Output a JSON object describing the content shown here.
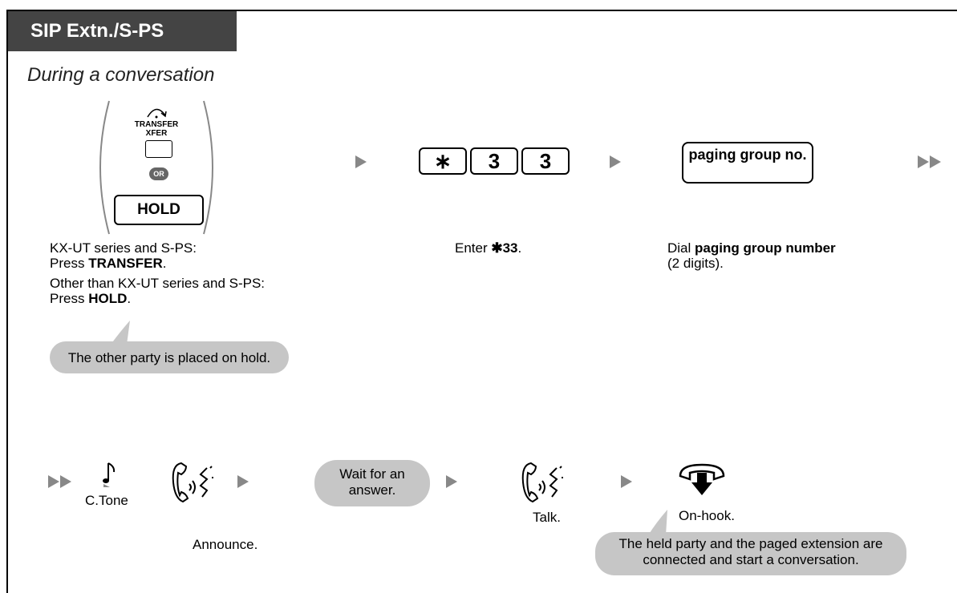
{
  "header": "SIP Extn./S-PS",
  "condition": "During a conversation",
  "transfer_button": {
    "top": "TRANSFER",
    "bottom": "XFER"
  },
  "or_label": "OR",
  "hold_button": "HOLD",
  "step1": {
    "line1": "KX-UT series and S-PS:",
    "line2_prefix": "Press ",
    "line2_bold": "TRANSFER",
    "line2_suffix": ".",
    "line3": "Other than KX-UT series and S-PS:",
    "line4_prefix": "Press ",
    "line4_bold": "HOLD",
    "line4_suffix": "."
  },
  "hold_bubble": "The other party is placed on hold.",
  "keys": [
    "∗",
    "3",
    "3"
  ],
  "step2": {
    "prefix": "Enter ",
    "bold": "✱33",
    "suffix": "."
  },
  "paging_box": "paging group no.",
  "step3": {
    "prefix": "Dial ",
    "bold": "paging group number",
    "suffix": " (2 digits)."
  },
  "ctone_label": "C.Tone",
  "announce_label": "Announce.",
  "wait_bubble": "Wait for an answer.",
  "talk_label": "Talk.",
  "onhook_label": "On-hook.",
  "connected_bubble": "The held party and the paged extension are connected and start a conversation.",
  "colors": {
    "header_bg": "#444444",
    "bubble": "#c6c6c6",
    "arrow": "#888888"
  }
}
